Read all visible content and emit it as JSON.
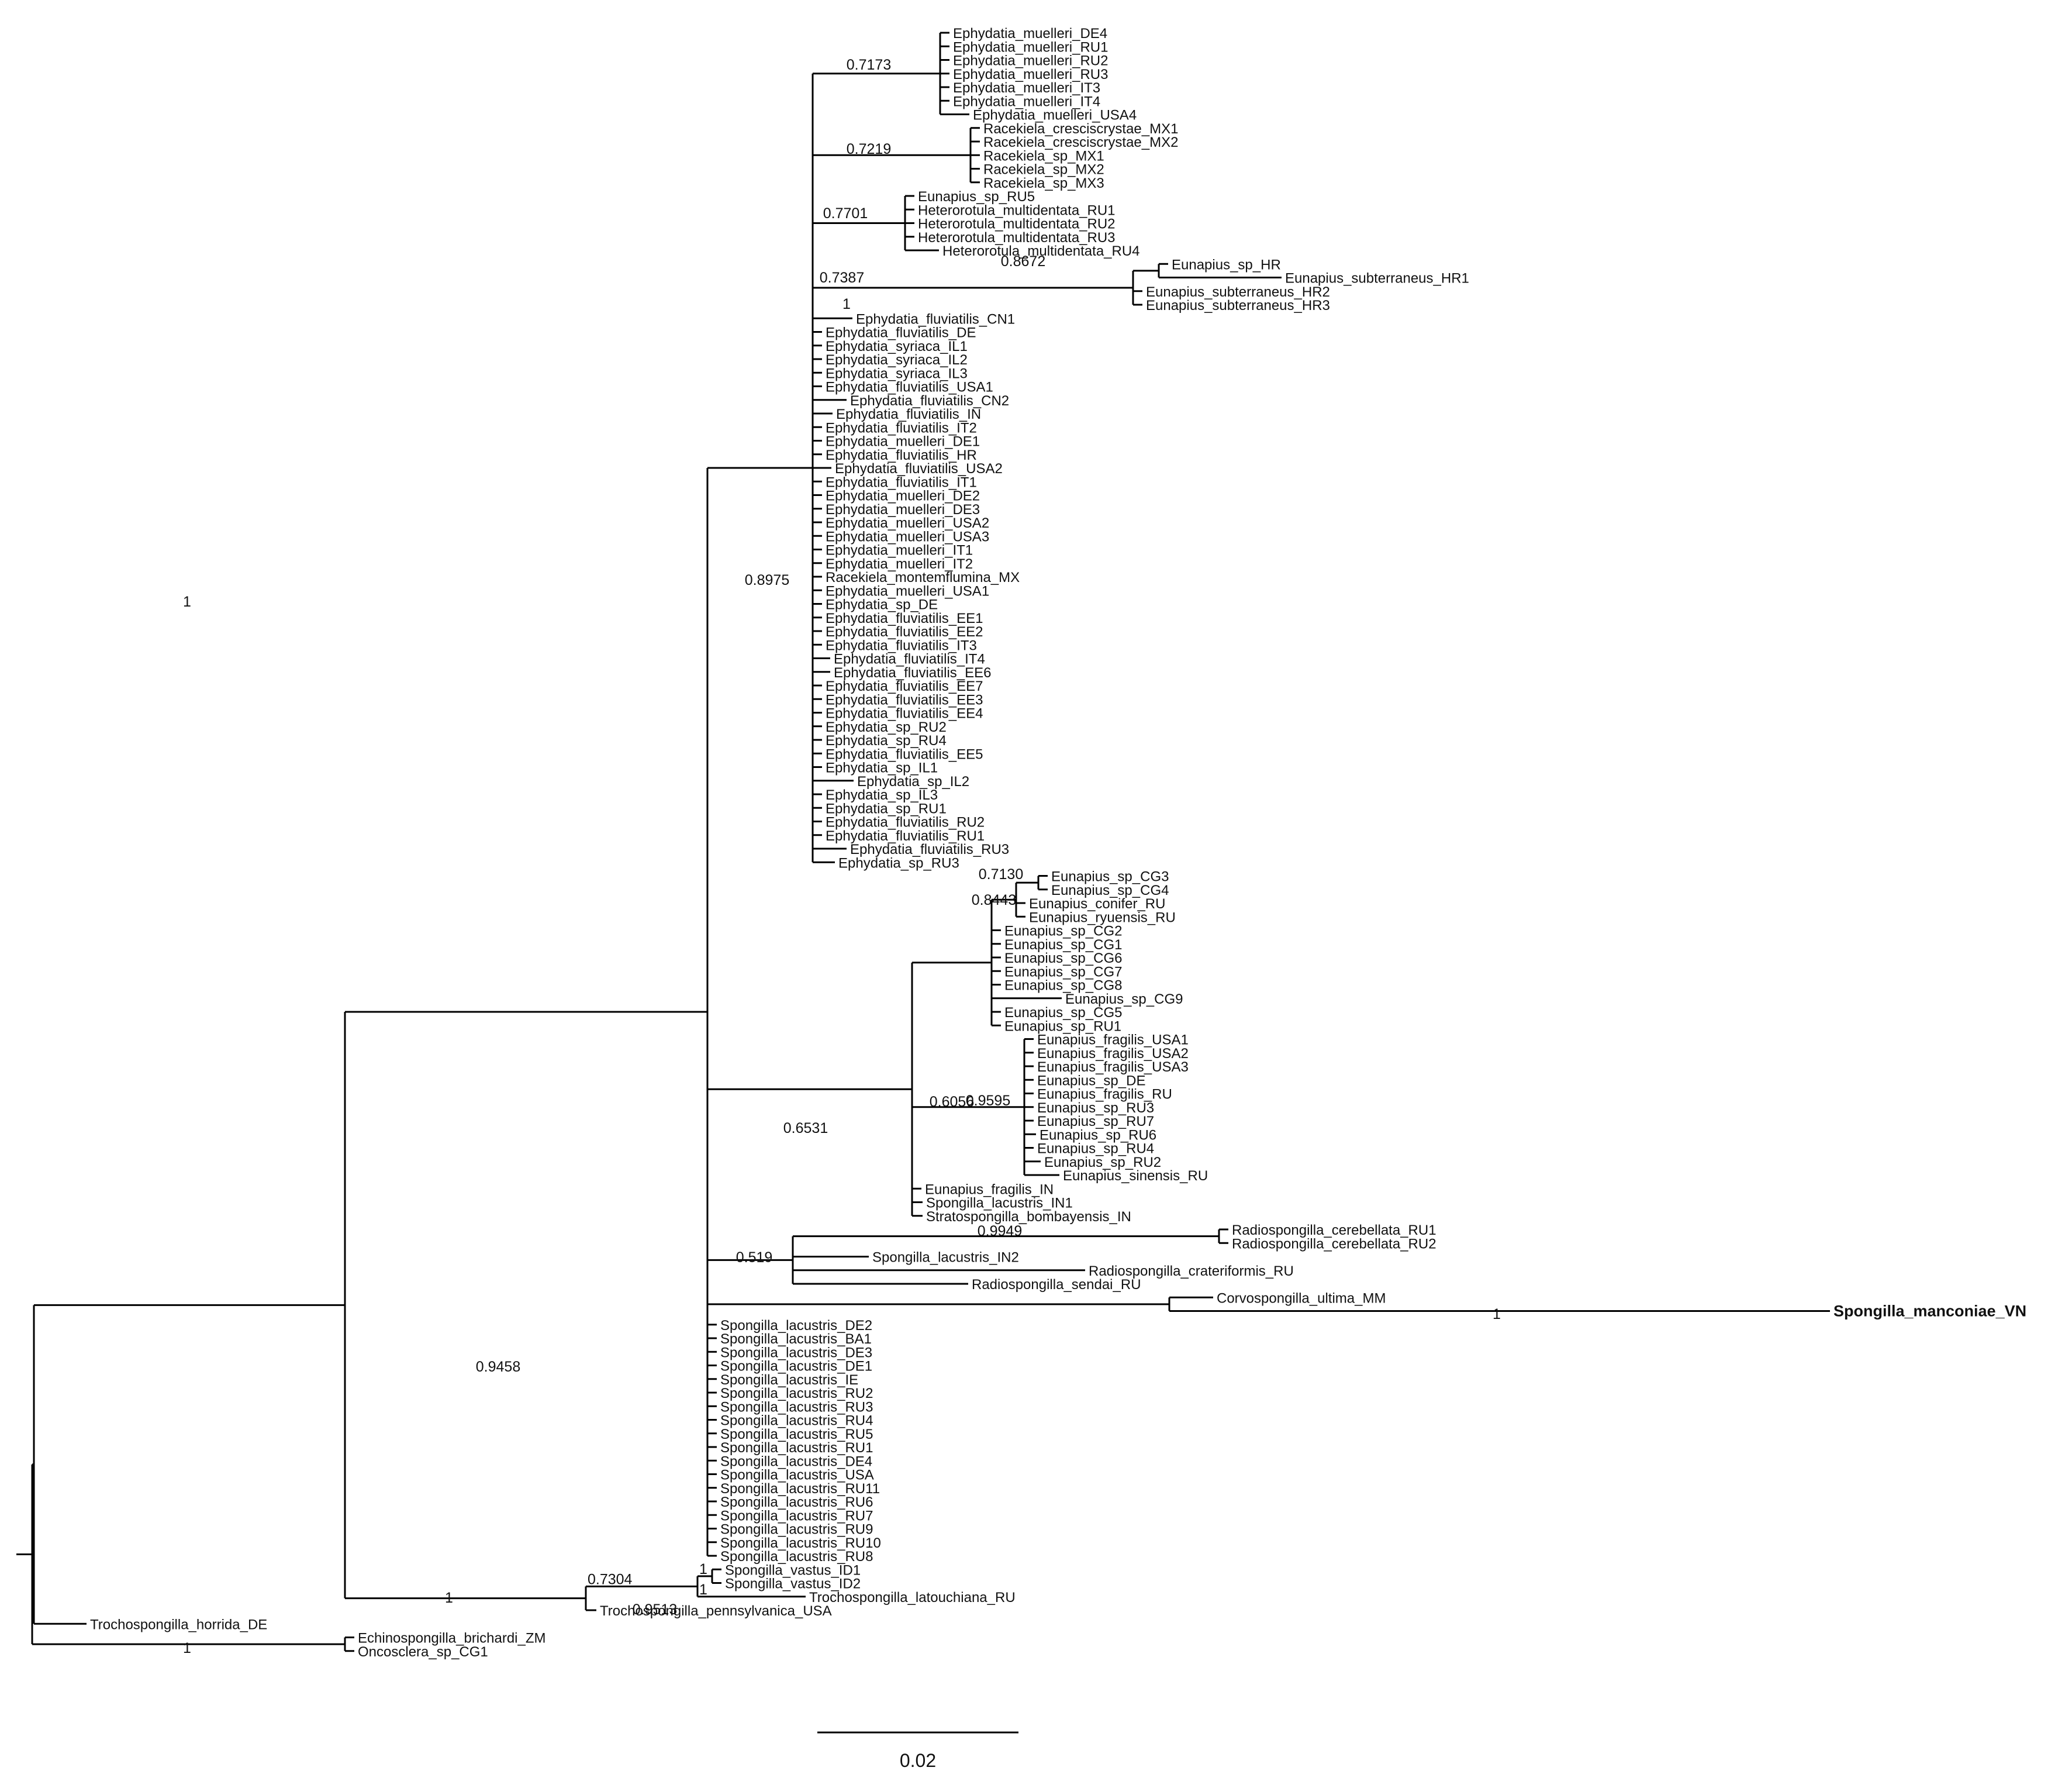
{
  "scale_bar": {
    "label": "0.02"
  },
  "highlight": {
    "taxon": "Spongilla_manconiae_VN",
    "color": "#000000"
  },
  "tree": {
    "name": "",
    "children": [
      {
        "sup": "1",
        "children": [
          {
            "sup": "0.9458",
            "children": [
              {
                "children": [
                  {
                    "sup": "0.8975",
                    "children": [
                      {
                        "sup": "0.7173",
                        "children": [
                          {
                            "name": "Ephydatia_muelleri_DE4"
                          },
                          {
                            "name": "Ephydatia_muelleri_RU1"
                          },
                          {
                            "name": "Ephydatia_muelleri_RU2"
                          },
                          {
                            "name": "Ephydatia_muelleri_RU3"
                          },
                          {
                            "name": "Ephydatia_muelleri_IT3"
                          },
                          {
                            "name": "Ephydatia_muelleri_IT4"
                          },
                          {
                            "name": "Ephydatia_muelleri_USA4"
                          }
                        ]
                      },
                      {
                        "sup": "0.7219",
                        "children": [
                          {
                            "name": "Racekiela_cresciscrystae_MX1"
                          },
                          {
                            "name": "Racekiela_cresciscrystae_MX2"
                          },
                          {
                            "name": "Racekiela_sp_MX1"
                          },
                          {
                            "name": "Racekiela_sp_MX2"
                          },
                          {
                            "name": "Racekiela_sp_MX3"
                          }
                        ]
                      },
                      {
                        "sup": "0.7701",
                        "children": [
                          {
                            "name": "Eunapius_sp_RU5"
                          },
                          {
                            "name": "Heterorotula_multidentata_RU1"
                          },
                          {
                            "name": "Heterorotula_multidentata_RU2"
                          },
                          {
                            "name": "Heterorotula_multidentata_RU3"
                          },
                          {
                            "name": "Heterorotula_multidentata_RU4"
                          }
                        ]
                      },
                      {
                        "sup": "0.7387",
                        "children": [
                          {
                            "sup": "0.8672",
                            "children": [
                              {
                                "name": "Eunapius_sp_HR"
                              },
                              {
                                "name": "Eunapius_subterraneus_HR1"
                              }
                            ]
                          },
                          {
                            "name": "Eunapius_subterraneus_HR2"
                          },
                          {
                            "name": "Eunapius_subterraneus_HR3"
                          }
                        ]
                      },
                      {
                        "sup": "1",
                        "name": "Ephydatia_fluviatilis_CN1"
                      },
                      {
                        "name": "Ephydatia_fluviatilis_DE"
                      },
                      {
                        "name": "Ephydatia_syriaca_IL1"
                      },
                      {
                        "name": "Ephydatia_syriaca_IL2"
                      },
                      {
                        "name": "Ephydatia_syriaca_IL3"
                      },
                      {
                        "name": "Ephydatia_fluviatilis_USA1"
                      },
                      {
                        "name": "Ephydatia_fluviatilis_CN2"
                      },
                      {
                        "name": "Ephydatia_fluviatilis_IN"
                      },
                      {
                        "name": "Ephydatia_fluviatilis_IT2"
                      },
                      {
                        "name": "Ephydatia_muelleri_DE1"
                      },
                      {
                        "name": "Ephydatia_fluviatilis_HR"
                      },
                      {
                        "name": "Ephydatia_fluviatilis_USA2"
                      },
                      {
                        "name": "Ephydatia_fluviatilis_IT1"
                      },
                      {
                        "name": "Ephydatia_muelleri_DE2"
                      },
                      {
                        "name": "Ephydatia_muelleri_DE3"
                      },
                      {
                        "name": "Ephydatia_muelleri_USA2"
                      },
                      {
                        "name": "Ephydatia_muelleri_USA3"
                      },
                      {
                        "name": "Ephydatia_muelleri_IT1"
                      },
                      {
                        "name": "Ephydatia_muelleri_IT2"
                      },
                      {
                        "name": "Racekiela_montemflumina_MX"
                      },
                      {
                        "name": "Ephydatia_muelleri_USA1"
                      },
                      {
                        "name": "Ephydatia_sp_DE"
                      },
                      {
                        "name": "Ephydatia_fluviatilis_EE1"
                      },
                      {
                        "name": "Ephydatia_fluviatilis_EE2"
                      },
                      {
                        "name": "Ephydatia_fluviatilis_IT3"
                      },
                      {
                        "name": "Ephydatia_fluviatilis_IT4"
                      },
                      {
                        "name": "Ephydatia_fluviatilis_EE6"
                      },
                      {
                        "name": "Ephydatia_fluviatilis_EE7"
                      },
                      {
                        "name": "Ephydatia_fluviatilis_EE3"
                      },
                      {
                        "name": "Ephydatia_fluviatilis_EE4"
                      },
                      {
                        "name": "Ephydatia_sp_RU2"
                      },
                      {
                        "name": "Ephydatia_sp_RU4"
                      },
                      {
                        "name": "Ephydatia_fluviatilis_EE5"
                      },
                      {
                        "name": "Ephydatia_sp_IL1"
                      },
                      {
                        "name": "Ephydatia_sp_IL2"
                      },
                      {
                        "name": "Ephydatia_sp_IL3"
                      },
                      {
                        "name": "Ephydatia_sp_RU1"
                      },
                      {
                        "name": "Ephydatia_fluviatilis_RU2"
                      },
                      {
                        "name": "Ephydatia_fluviatilis_RU1"
                      },
                      {
                        "name": "Ephydatia_fluviatilis_RU3"
                      },
                      {
                        "name": "Ephydatia_sp_RU3"
                      }
                    ]
                  },
                  {
                    "sup": "0.6531",
                    "children": [
                      {
                        "sup": "0.6056",
                        "children": [
                          {
                            "sup": "0.8443",
                            "children": [
                              {
                                "sup": "0.7130",
                                "children": [
                                  {
                                    "name": "Eunapius_sp_CG3"
                                  },
                                  {
                                    "name": "Eunapius_sp_CG4"
                                  }
                                ]
                              },
                              {
                                "name": "Eunapius_conifer_RU"
                              },
                              {
                                "name": "Eunapius_ryuensis_RU"
                              }
                            ]
                          },
                          {
                            "name": "Eunapius_sp_CG2"
                          },
                          {
                            "name": "Eunapius_sp_CG1"
                          },
                          {
                            "name": "Eunapius_sp_CG6"
                          },
                          {
                            "name": "Eunapius_sp_CG7"
                          },
                          {
                            "name": "Eunapius_sp_CG8"
                          },
                          {
                            "name": "Eunapius_sp_CG9"
                          },
                          {
                            "name": "Eunapius_sp_CG5"
                          },
                          {
                            "name": "Eunapius_sp_RU1"
                          }
                        ]
                      },
                      {
                        "sup": "0.9595",
                        "children": [
                          {
                            "name": "Eunapius_fragilis_USA1"
                          },
                          {
                            "name": "Eunapius_fragilis_USA2"
                          },
                          {
                            "name": "Eunapius_fragilis_USA3"
                          },
                          {
                            "name": "Eunapius_sp_DE"
                          },
                          {
                            "name": "Eunapius_fragilis_RU"
                          },
                          {
                            "name": "Eunapius_sp_RU3"
                          },
                          {
                            "name": "Eunapius_sp_RU7"
                          },
                          {
                            "name": "Eunapius_sp_RU6"
                          },
                          {
                            "name": "Eunapius_sp_RU4"
                          },
                          {
                            "name": "Eunapius_sp_RU2"
                          },
                          {
                            "name": "Eunapius_sinensis_RU"
                          }
                        ]
                      },
                      {
                        "name": "Eunapius_fragilis_IN"
                      },
                      {
                        "name": "Spongilla_lacustris_IN1"
                      },
                      {
                        "sup": "0.9949",
                        "name": "Stratospongilla_bombayensis_IN"
                      }
                    ]
                  },
                  {
                    "sup": "0.519",
                    "children": [
                      {
                        "children": [
                          {
                            "name": "Radiospongilla_cerebellata_RU1"
                          },
                          {
                            "name": "Radiospongilla_cerebellata_RU2"
                          }
                        ]
                      },
                      {
                        "name": "Spongilla_lacustris_IN2"
                      },
                      {
                        "name": "Radiospongilla_crateriformis_RU"
                      },
                      {
                        "name": "Radiospongilla_sendai_RU"
                      }
                    ]
                  },
                  {
                    "children": [
                      {
                        "name": "Corvospongilla_ultima_MM"
                      },
                      {
                        "sup": "1",
                        "name": "Spongilla_manconiae_VN"
                      }
                    ]
                  },
                  {
                    "name": "Spongilla_lacustris_DE2"
                  },
                  {
                    "name": "Spongilla_lacustris_BA1"
                  },
                  {
                    "name": "Spongilla_lacustris_DE3"
                  },
                  {
                    "name": "Spongilla_lacustris_DE1"
                  },
                  {
                    "name": "Spongilla_lacustris_IE"
                  },
                  {
                    "name": "Spongilla_lacustris_RU2"
                  },
                  {
                    "name": "Spongilla_lacustris_RU3"
                  },
                  {
                    "name": "Spongilla_lacustris_RU4"
                  },
                  {
                    "name": "Spongilla_lacustris_RU5"
                  },
                  {
                    "name": "Spongilla_lacustris_RU1"
                  },
                  {
                    "name": "Spongilla_lacustris_DE4"
                  },
                  {
                    "name": "Spongilla_lacustris_USA"
                  },
                  {
                    "name": "Spongilla_lacustris_RU11"
                  },
                  {
                    "name": "Spongilla_lacustris_RU6"
                  },
                  {
                    "name": "Spongilla_lacustris_RU7"
                  },
                  {
                    "name": "Spongilla_lacustris_RU9"
                  },
                  {
                    "name": "Spongilla_lacustris_RU10"
                  },
                  {
                    "name": "Spongilla_lacustris_RU8"
                  }
                ]
              },
              {
                "sup": "0.9513",
                "children": [
                  {
                    "sup": "0.7304",
                    "children": [
                      {
                        "sup": "1",
                        "children": [
                          {
                            "name": "Spongilla_vastus_ID1"
                          },
                          {
                            "name": "Spongilla_vastus_ID2"
                          }
                        ]
                      },
                      {
                        "sup": "1",
                        "name": "Trochospongilla_latouchiana_RU"
                      }
                    ]
                  },
                  {
                    "name": "Trochospongilla_pennsylvanica_USA"
                  }
                ]
              }
            ]
          },
          {
            "sup": "1",
            "name": "Trochospongilla_horrida_DE"
          }
        ]
      },
      {
        "sup": "1",
        "children": [
          {
            "name": "Echinospongilla_brichardi_ZM"
          },
          {
            "name": "Oncosclera_sp_CG1"
          }
        ]
      }
    ]
  }
}
